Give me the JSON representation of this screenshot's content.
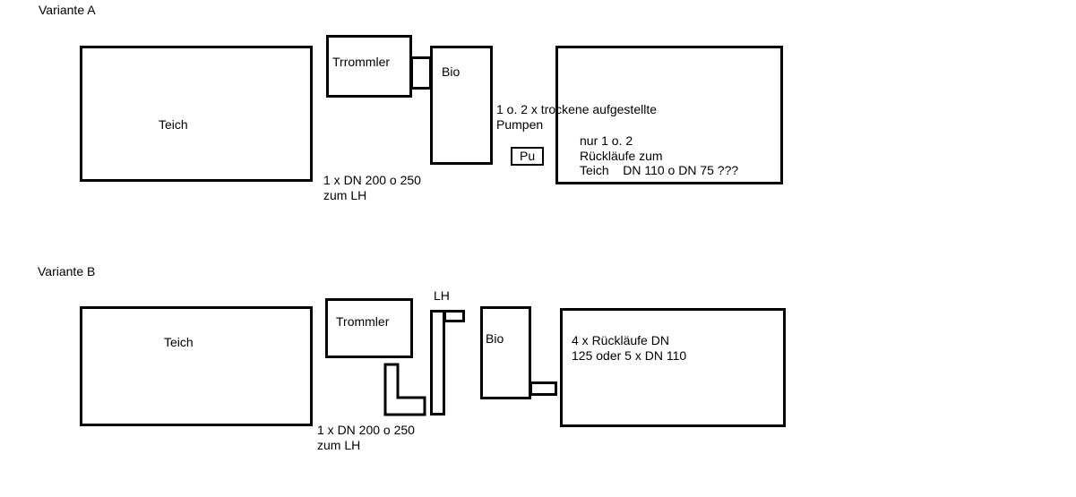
{
  "variant_a": {
    "title": "Variante A",
    "teich": "Teich",
    "trommler": "Trrommler",
    "bio": "Bio",
    "pumpen_line1": "1 o. 2 x trockene aufgestellte",
    "pumpen_line2": "Pumpen",
    "pu": "Pu",
    "ruecklaeufe_line1": "nur 1 o. 2",
    "ruecklaeufe_line2": "Rückläufe zum",
    "ruecklaeufe_line3": "Teich    DN 110 o DN 75 ???",
    "dn_line1": "1 x DN 200 o 250",
    "dn_line2": "zum LH"
  },
  "variant_b": {
    "title": "Variante B",
    "teich": "Teich",
    "trommler": "Trommler",
    "lh": "LH",
    "bio": "Bio",
    "ruecklaeufe_line1": "4 x Rückläufe DN",
    "ruecklaeufe_line2": "125 oder 5 x DN 110",
    "dn_line1": "1 x DN 200 o 250",
    "dn_line2": "zum LH"
  }
}
